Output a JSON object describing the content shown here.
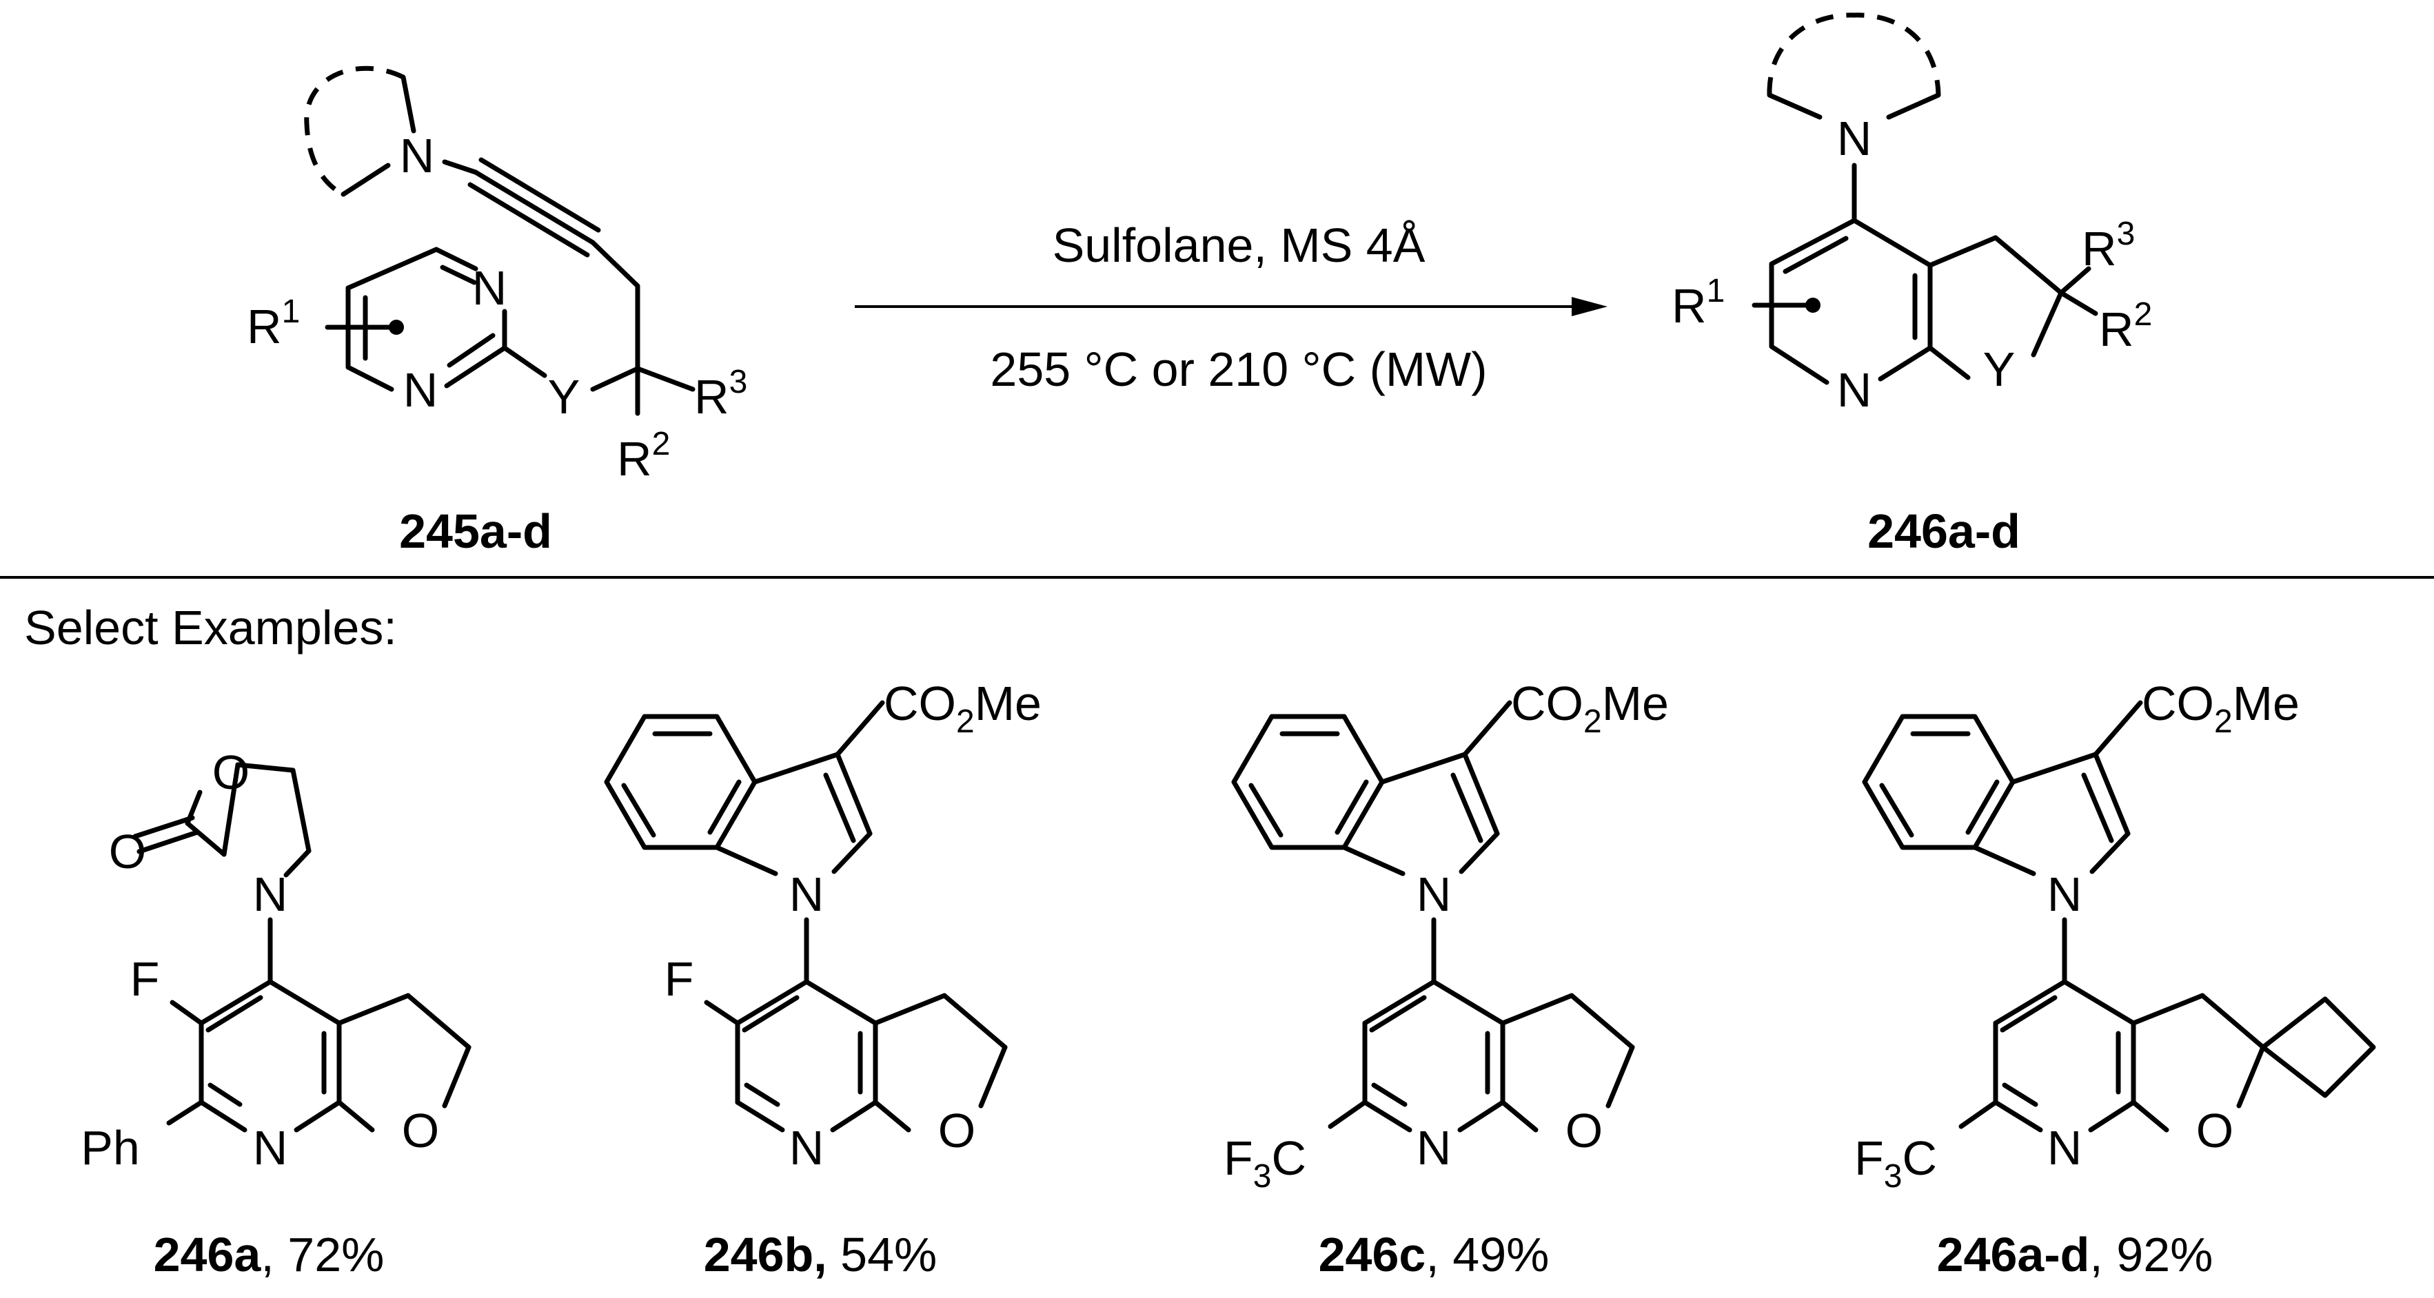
{
  "scheme": {
    "reactant": {
      "id": "245a-d",
      "atoms": {
        "n_amine": "N",
        "n_ring_top": "N",
        "n_ring_bottom": "N",
        "y": "Y",
        "r1": "R",
        "r1_sup": "1",
        "r2": "R",
        "r2_sup": "2",
        "r3": "R",
        "r3_sup": "3"
      }
    },
    "conditions": {
      "above": "Sulfolane, MS 4Å",
      "below": "255 °C or 210 °C (MW)"
    },
    "product": {
      "id": "246a-d",
      "atoms": {
        "n_amine": "N",
        "n_ring": "N",
        "y": "Y",
        "r1": "R",
        "r1_sup": "1",
        "r2": "R",
        "r2_sup": "2",
        "r3": "R",
        "r3_sup": "3"
      }
    }
  },
  "examples": {
    "heading": "Select Examples:",
    "items": [
      {
        "label": "246a",
        "sep": ",",
        "yield": " 72%",
        "atoms": {
          "o_ring": "O",
          "o_carbonyl": "O",
          "n_amide": "N",
          "f": "F",
          "ph": "Ph",
          "n_ring": "N",
          "o_furan": "O"
        }
      },
      {
        "label": "246b",
        "sep": ",",
        "yield": " 54%",
        "atoms": {
          "ester": "CO",
          "ester_sub": "2",
          "ester_tail": "Me",
          "n_indole": "N",
          "f": "F",
          "n_ring": "N",
          "o_furan": "O"
        }
      },
      {
        "label": "246c",
        "sep": ",",
        "yield": " 49%",
        "atoms": {
          "ester": "CO",
          "ester_sub": "2",
          "ester_tail": "Me",
          "n_indole": "N",
          "cf3_f": "F",
          "cf3_sub": "3",
          "cf3_c": "C",
          "n_ring": "N",
          "o_furan": "O"
        }
      },
      {
        "label": "246a-d",
        "sep": ",",
        "yield": " 92%",
        "atoms": {
          "ester": "CO",
          "ester_sub": "2",
          "ester_tail": "Me",
          "n_indole": "N",
          "cf3_f": "F",
          "cf3_sub": "3",
          "cf3_c": "C",
          "n_ring": "N",
          "o_furan": "O"
        }
      }
    ]
  }
}
